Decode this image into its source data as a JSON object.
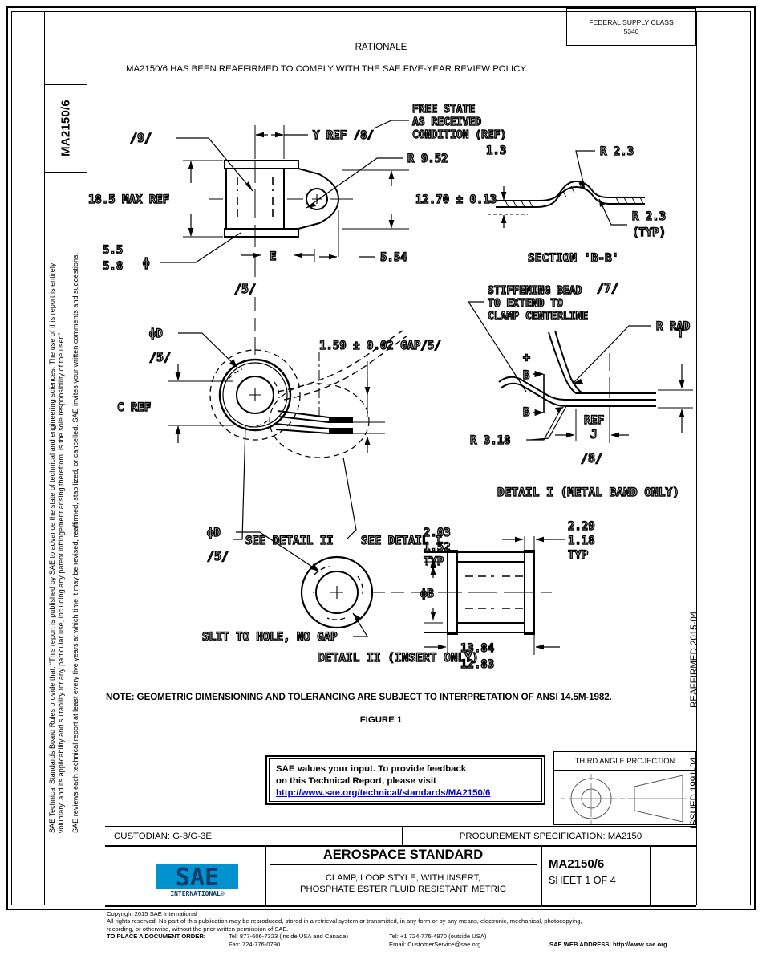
{
  "document": {
    "doc_number": "MA2150/6",
    "fsc_label": "FEDERAL SUPPLY CLASS",
    "fsc_value": "5340",
    "reaffirmed": "REAFFIRMED 2015-04",
    "issued": "ISSUED 1991-04"
  },
  "rationale": {
    "title": "RATIONALE",
    "body": "MA2150/6 HAS BEEN REAFFIRMED TO COMPLY WITH THE SAE FIVE-YEAR REVIEW POLICY."
  },
  "legal": {
    "line1": "SAE Technical Standards Board Rules provide that: “This report is published by SAE to advance the state of technical and engineering sciences. The use of this report is entirely",
    "line2": "voluntary, and its applicability and suitability for any particular use, including any patent infringement arising therefrom, is the sole responsibility of the user.”",
    "line3": "SAE reviews each technical report at least every five years at which time it may be revised, reaffirmed, stabilized, or cancelled. SAE invites your written comments and suggestions."
  },
  "figure": {
    "note": "NOTE:  GEOMETRIC DIMENSIONING AND TOLERANCING ARE SUBJECT TO INTERPRETATION OF ANSI 14.5M-1982.",
    "caption": "FIGURE 1",
    "view_top": {
      "flag9": "/9/",
      "y_ref": "Y REF /8/",
      "r952": "R 9.52",
      "max_ref": "18.5 MAX REF",
      "center_dim": "12.70 ± 0.13",
      "phi_tol_1": "5.5",
      "phi_tol_2": "5.8",
      "phi_sym": "ϕ",
      "e_dim": "E",
      "dim554": "5.54",
      "flag5": "/5/"
    },
    "section_bb": {
      "dim13": "1.3",
      "r23_a": "R 2.3",
      "r23_b": "R 2.3",
      "typ": "(TYP)",
      "caption": "SECTION 'B-B'"
    },
    "view_free_state": {
      "phi_d": "ϕD",
      "flag5": "/5/",
      "c_ref": "C REF",
      "free_state_l1": "FREE STATE",
      "free_state_l2": "AS RECEIVED",
      "free_state_l3": "CONDITION (REF)",
      "gap_dim": "1.59 ± 0.02 GAP/5/",
      "see_detail_ii": "SEE DETAIL II",
      "see_detail_i": "SEE DETAIL I"
    },
    "detail_i": {
      "bead_l1": "STIFFENING BEAD",
      "bead_flag": "/7/",
      "bead_l2": "TO EXTEND TO",
      "bead_l3": "CLAMP CENTERLINE",
      "r_rad": "R RAD",
      "t_dim": "T",
      "b_top": "B",
      "b_bot": "B",
      "r318": "R 3.18",
      "ref": "REF",
      "j": "J",
      "flag8": "/8/",
      "caption": "DETAIL I (METAL BAND ONLY)"
    },
    "detail_ii": {
      "phi_d": "ϕD",
      "flag5": "/5/",
      "slit": "SLIT TO HOLE, NO GAP",
      "dim203": "2.03",
      "dim152": "1.52",
      "typ_left": "TYP",
      "dim229": "2.29",
      "dim118": "1.18",
      "typ_right": "TYP",
      "phi_b": "ϕB",
      "dim1384": "13.84",
      "dim1283": "12.83",
      "caption": "DETAIL II (INSERT ONLY)"
    }
  },
  "feedback": {
    "line1": "SAE values your input. To provide feedback",
    "line2": "on this Technical Report, please visit",
    "link": "http://www.sae.org/technical/standards/MA2150/6",
    "link_color": "#0000cc"
  },
  "third_angle": {
    "title": "THIRD ANGLE PROJECTION"
  },
  "titleblock": {
    "custodian": "CUSTODIAN: G-3/G-3E",
    "procurement": "PROCUREMENT SPECIFICATION: MA2150",
    "standard_title": "AEROSPACE STANDARD",
    "subtitle_l1": "CLAMP,  LOOP STYLE, WITH INSERT,",
    "subtitle_l2": "PHOSPHATE ESTER FLUID RESISTANT, METRIC",
    "doc_number": "MA2150/6",
    "sheet": "SHEET 1 OF 4",
    "logo_text": "SAE",
    "logo_sub": "INTERNATIONAL®",
    "logo_color": "#0093d0"
  },
  "footer": {
    "copyright": "Copyright 2015 SAE International",
    "rights_l1": "All rights reserved. No part of this publication may be reproduced, stored in a retrieval system or transmitted, in any form or by any means, electronic, mechanical, photocopying,",
    "rights_l2": "recording, or otherwise, without the prior written permission of SAE.",
    "order_label": "TO PLACE A DOCUMENT ORDER:",
    "tel_inside": "Tel: 877-606-7323 (inside USA and Canada)",
    "fax": "Fax: 724-776-0790",
    "tel_outside": "Tel: +1 724-776-4970 (outside USA)",
    "email": "Email: CustomerService@sae.org",
    "web": "SAE WEB ADDRESS: http://www.sae.org"
  }
}
